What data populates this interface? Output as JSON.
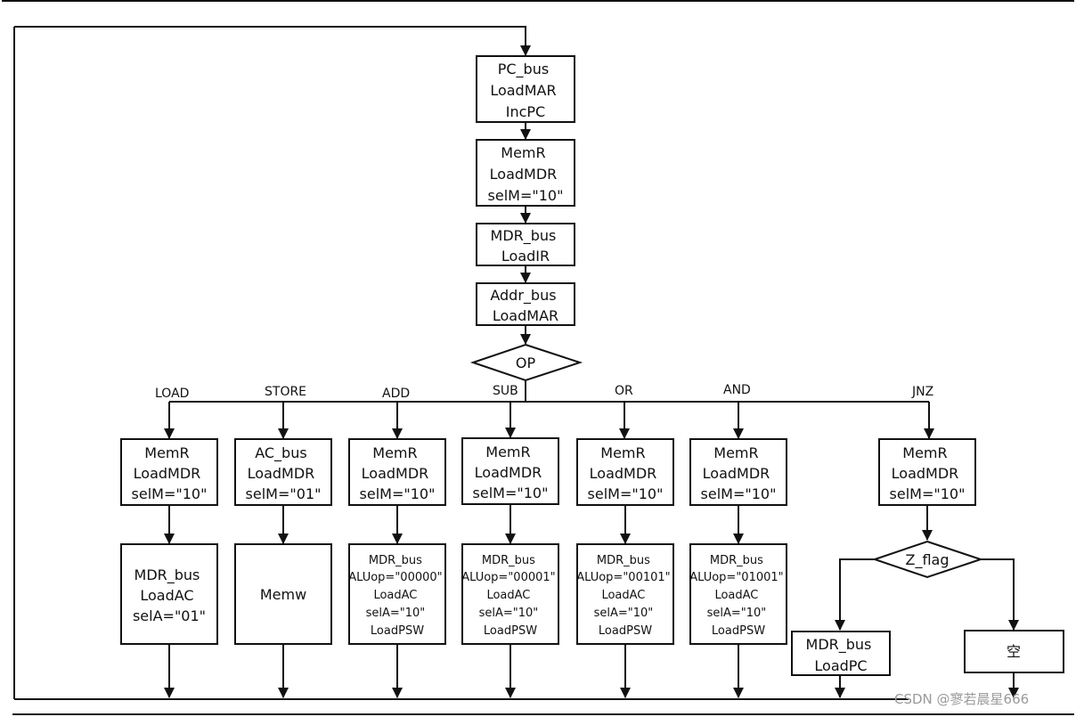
{
  "diagram": {
    "nodes": {
      "fetch1": [
        "PC_bus",
        "LoadMAR",
        "IncPC"
      ],
      "fetch2": [
        "MemR",
        "LoadMDR",
        "selM=\"10\""
      ],
      "fetch3": [
        "MDR_bus",
        "LoadIR"
      ],
      "fetch4": [
        "Addr_bus",
        "LoadMAR"
      ],
      "decision_op": "OP",
      "load_1": [
        "MemR",
        "LoadMDR",
        "selM=\"10\""
      ],
      "load_2": [
        "MDR_bus",
        "LoadAC",
        "selA=\"01\""
      ],
      "store_1": [
        "AC_bus",
        "LoadMDR",
        "selM=\"01\""
      ],
      "store_2": [
        "Memw"
      ],
      "add_1": [
        "MemR",
        "LoadMDR",
        "selM=\"10\""
      ],
      "add_2": [
        "MDR_bus",
        "ALUop=\"00000\"",
        "LoadAC",
        "selA=\"10\"",
        "LoadPSW"
      ],
      "sub_1": [
        "MemR",
        "LoadMDR",
        "selM=\"10\""
      ],
      "sub_2": [
        "MDR_bus",
        "ALUop=\"00001\"",
        "LoadAC",
        "selA=\"10\"",
        "LoadPSW"
      ],
      "or_1": [
        "MemR",
        "LoadMDR",
        "selM=\"10\""
      ],
      "or_2": [
        "MDR_bus",
        "ALUop=\"00101\"",
        "LoadAC",
        "selA=\"10\"",
        "LoadPSW"
      ],
      "and_1": [
        "MemR",
        "LoadMDR",
        "selM=\"10\""
      ],
      "and_2": [
        "MDR_bus",
        "ALUop=\"01001\"",
        "LoadAC",
        "selA=\"10\"",
        "LoadPSW"
      ],
      "jnz_1": [
        "MemR",
        "LoadMDR",
        "selM=\"10\""
      ],
      "decision_zflag": "Z_flag",
      "jnz_left": [
        "MDR_bus",
        "LoadPC"
      ],
      "jnz_right": [
        "空"
      ]
    },
    "branch_labels": {
      "load": "LOAD",
      "store": "STORE",
      "add": "ADD",
      "sub": "SUB",
      "or": "OR",
      "and": "AND",
      "jnz": "JNZ"
    }
  },
  "watermark": "CSDN @寥若晨星666"
}
